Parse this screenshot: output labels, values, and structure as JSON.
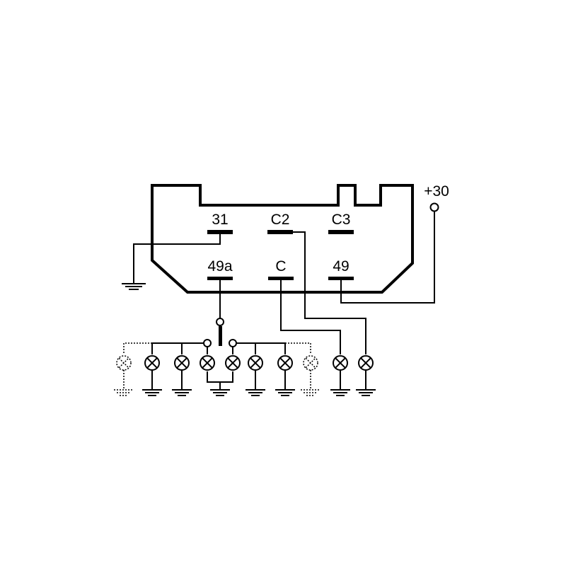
{
  "diagram": {
    "terminals": {
      "t31": "31",
      "tC2": "C2",
      "tC3": "C3",
      "t49a": "49a",
      "tC": "C",
      "t49": "49"
    },
    "supply_label": "+30"
  }
}
